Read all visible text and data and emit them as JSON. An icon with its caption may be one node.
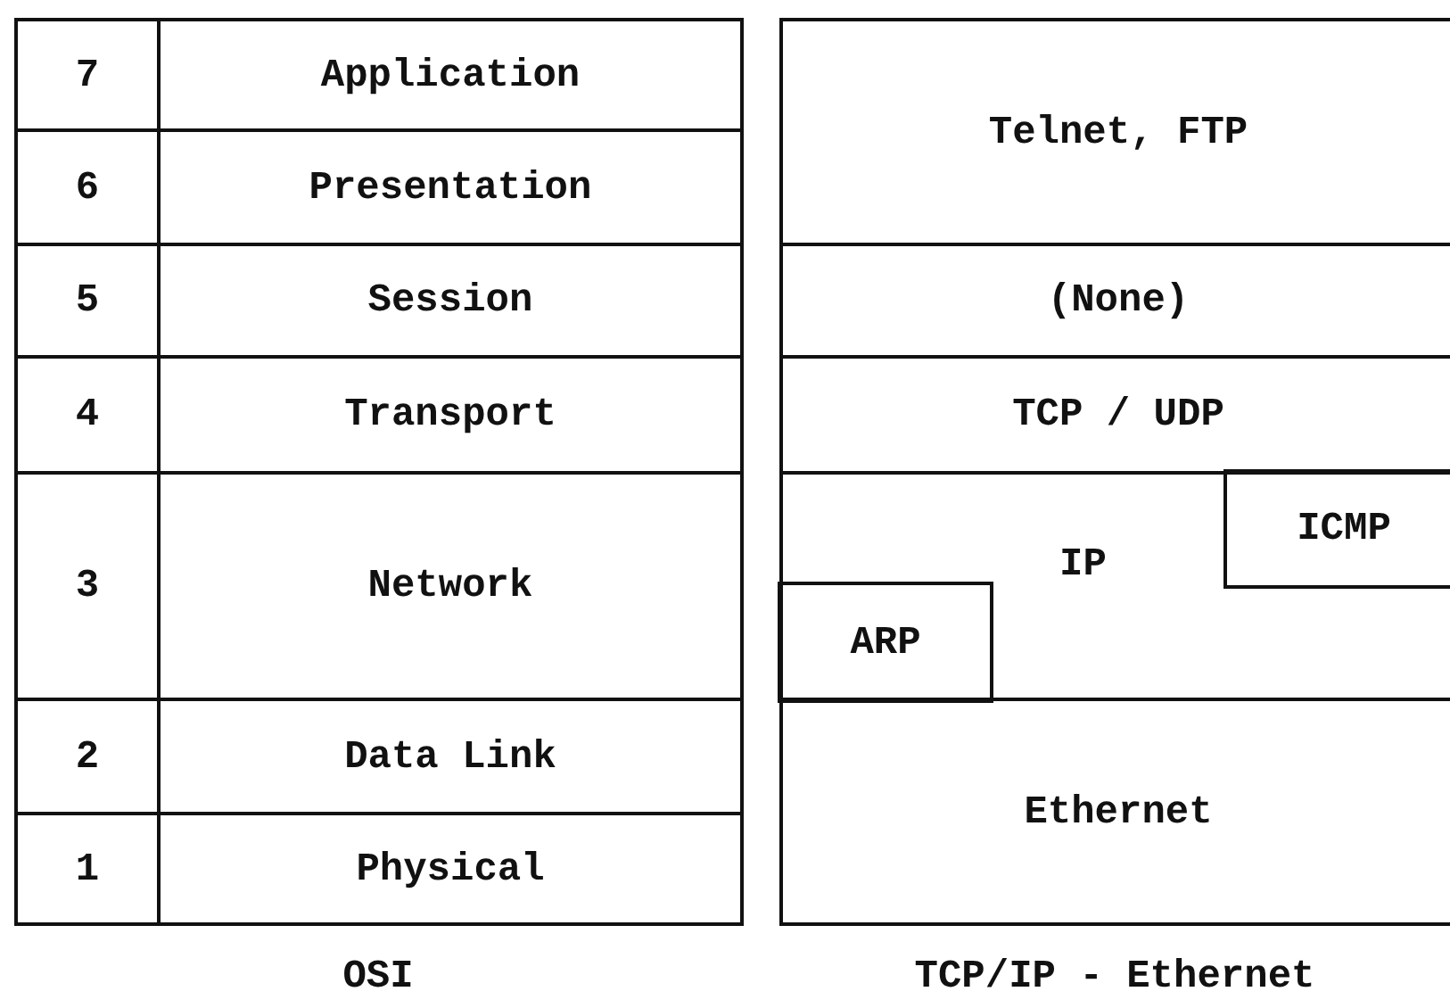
{
  "diagram": {
    "nodes": [
      {
        "text": [
          "7"
        ]
      },
      {
        "text": [
          "Application"
        ]
      },
      {
        "text": [
          "Telnet, FTP"
        ]
      },
      {
        "text": [
          "6"
        ]
      },
      {
        "text": [
          "Presentation"
        ]
      },
      {
        "text": [
          "5"
        ]
      },
      {
        "text": [
          "Session"
        ]
      },
      {
        "text": [
          "(None)"
        ]
      },
      {
        "text": [
          "4"
        ]
      },
      {
        "text": [
          "Transport"
        ]
      },
      {
        "text": [
          "TCP / UDP"
        ]
      },
      {
        "text": [
          "3"
        ]
      },
      {
        "text": [
          "Network"
        ]
      },
      {
        "text": [
          "IP"
        ]
      },
      {
        "text": [
          "ICMP"
        ],
        "in": 13
      },
      {
        "text": [
          "ARP"
        ],
        "in": 13
      },
      {
        "text": [
          "2"
        ]
      },
      {
        "text": [
          "Data Link"
        ]
      },
      {
        "text": [
          "Ethernet"
        ]
      },
      {
        "text": [
          "1"
        ]
      },
      {
        "text": [
          "Physical"
        ]
      }
    ],
    "labels": [
      "OSI",
      "TCP/IP - Ethernet"
    ]
  }
}
